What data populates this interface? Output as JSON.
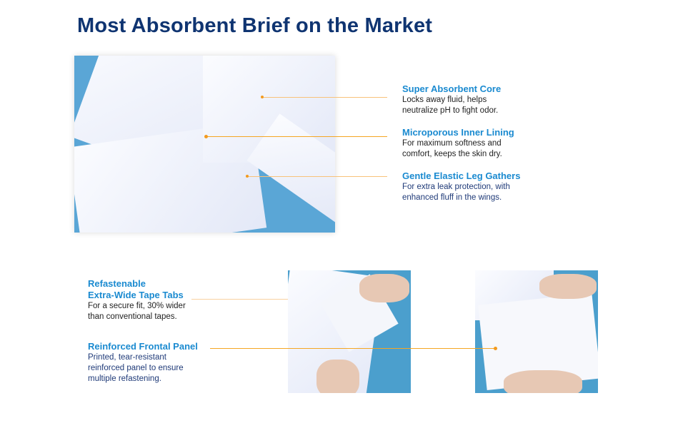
{
  "title": "Most Absorbent Brief on the Market",
  "callouts": [
    {
      "heading": "Super Absorbent Core",
      "lines": [
        "Locks away fluid, helps",
        "neutralize pH to fight odor."
      ]
    },
    {
      "heading": "Microporous Inner Lining",
      "lines": [
        "For maximum softness and",
        "comfort, keeps the skin dry."
      ]
    },
    {
      "heading": "Gentle Elastic Leg Gathers",
      "lines": [
        "For extra leak protection, with",
        "enhanced fluff in the wings."
      ]
    },
    {
      "heading_lines": [
        "Refastenable",
        "Extra-Wide Tape Tabs"
      ],
      "lines": [
        "For a secure fit, 30% wider",
        "than conventional tapes."
      ]
    },
    {
      "heading": "Reinforced Frontal Panel",
      "lines": [
        "Printed, tear-resistant",
        "reinforced panel to ensure",
        "multiple refastening."
      ]
    }
  ],
  "colors": {
    "title": "#0f3471",
    "heading": "#1a8ad0",
    "leader": "#f5a623"
  }
}
